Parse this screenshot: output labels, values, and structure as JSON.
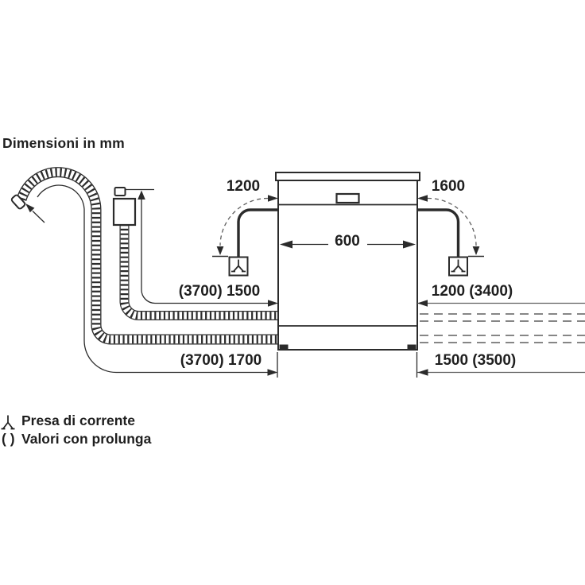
{
  "title": "Dimensioni in mm",
  "appliance": {
    "type": "dishwasher front view",
    "width_mm": "600"
  },
  "dimensions": {
    "power_cord_left": "1200",
    "power_cord_right": "1600",
    "width": "600",
    "supply_hose_left": "(3700) 1500",
    "supply_hose_right": "1200 (3400)",
    "drain_hose_left": "(3700) 1700",
    "drain_hose_right": "1500 (3500)"
  },
  "legend": {
    "socket_icon": "power-socket-icon",
    "socket_label": "Presa di corrente",
    "paren_prefix": "( )",
    "paren_label": "Valori con prolunga"
  },
  "colors": {
    "ink": "#2b2b2b",
    "faded": "#5f5f5f",
    "background": "#ffffff"
  }
}
